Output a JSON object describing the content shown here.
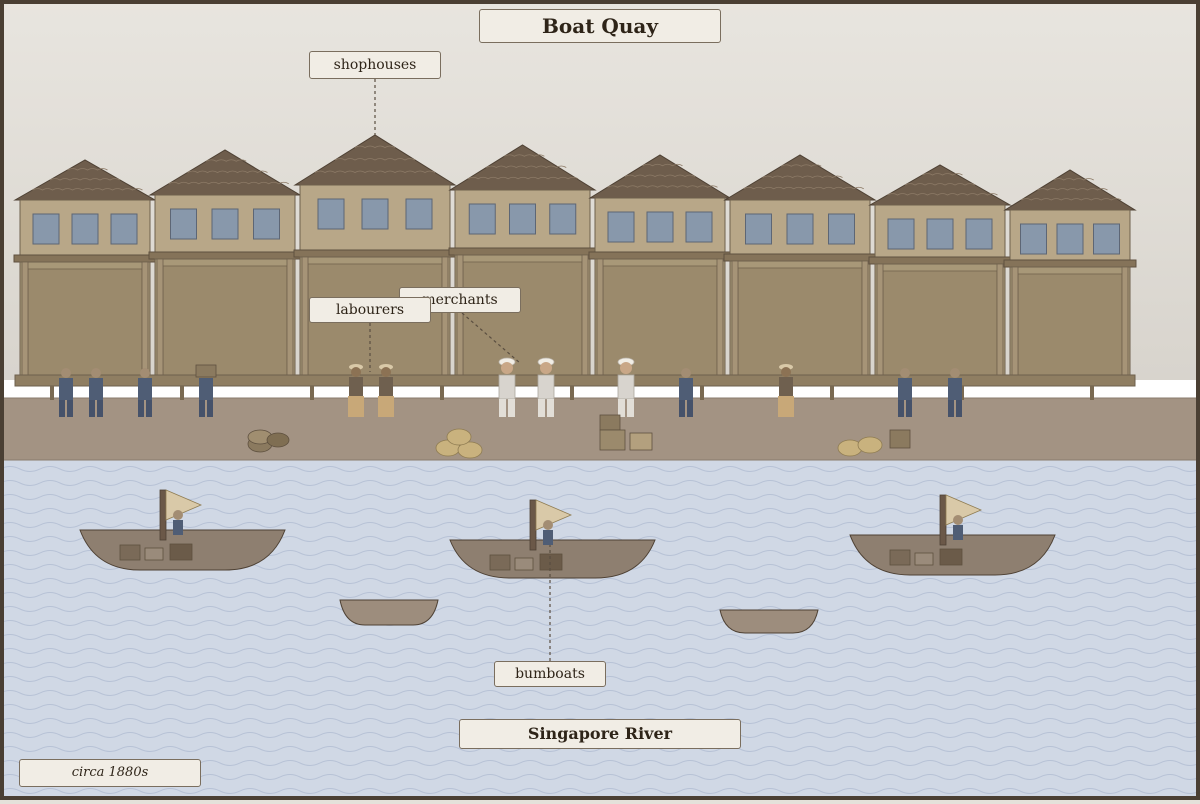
{
  "title": "Boat Quay",
  "labels": {
    "shophouses": "shophouses",
    "merchants": "merchants",
    "labourers": "labourers",
    "bumboats": "bumboats",
    "river": "Singapore River",
    "era": "circa 1880s"
  },
  "colors": {
    "sky": "#e4e1da",
    "roof": "#6e5d4c",
    "upper_wall": "#b8a788",
    "window": "#8898ab",
    "lower_wall": "#9b8a6c",
    "quay": "#a39383",
    "river": "#d0d8e5",
    "boat_hull": "#8e7f70",
    "sail": "#d9c9a8",
    "labourer": "#4f5d75",
    "merchant": "#d8d4ce",
    "sack": "#c9b27e",
    "crate": "#8b7a5f",
    "border": "#4a3f33"
  },
  "icons": [
    "shophouse-icon",
    "person-icon",
    "sack-icon",
    "crate-icon",
    "bumboat-icon",
    "sampan-icon"
  ]
}
